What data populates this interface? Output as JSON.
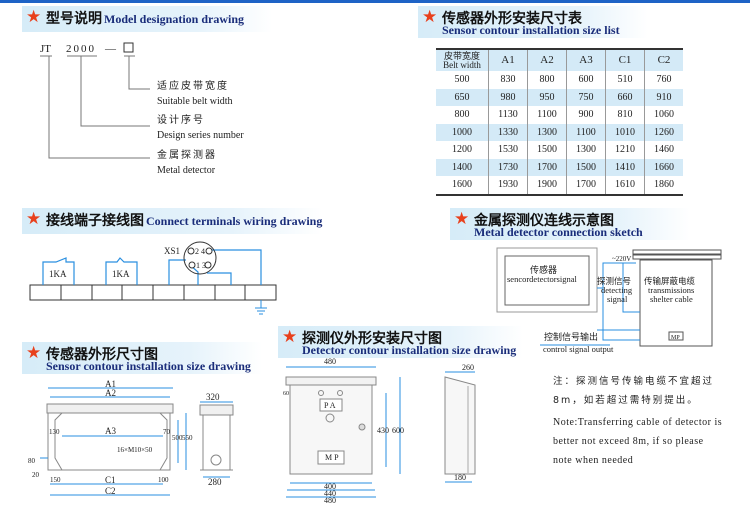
{
  "sections": {
    "model": {
      "cn": "型号说明",
      "en": "Model designation drawing"
    },
    "table": {
      "cn": "传感器外形安装尺寸表",
      "en": "Sensor contour installation size list"
    },
    "wiring": {
      "cn": "接线端子接线图",
      "en": "Connect terminals wiring drawing"
    },
    "connection": {
      "cn": "金属探测仪连线示意图",
      "en": "Metal detector connection sketch"
    },
    "sensor": {
      "cn": "传感器外形尺寸图",
      "en": "Sensor contour installation size drawing"
    },
    "detector": {
      "cn": "探测仪外形安装尺寸图",
      "en": "Detector contour installation size drawing"
    }
  },
  "model": {
    "code_jt": "JT",
    "code_2000": "2000",
    "code_dash": "—",
    "items": [
      {
        "cn": "适应皮带宽度",
        "en": "Suitable belt width"
      },
      {
        "cn": "设计序号",
        "en": "Design series number"
      },
      {
        "cn": "金属探测器",
        "en": "Metal detector"
      }
    ]
  },
  "size_table": {
    "header_cn": "皮带宽度",
    "header_en": "Belt width",
    "columns": [
      "A1",
      "A2",
      "A3",
      "C1",
      "C2"
    ],
    "rows": [
      [
        "500",
        "830",
        "800",
        "600",
        "510",
        "760"
      ],
      [
        "650",
        "980",
        "950",
        "750",
        "660",
        "910"
      ],
      [
        "800",
        "1130",
        "1100",
        "900",
        "810",
        "1060"
      ],
      [
        "1000",
        "1330",
        "1300",
        "1100",
        "1010",
        "1260"
      ],
      [
        "1200",
        "1530",
        "1500",
        "1300",
        "1210",
        "1460"
      ],
      [
        "1400",
        "1730",
        "1700",
        "1500",
        "1410",
        "1660"
      ],
      [
        "1600",
        "1930",
        "1900",
        "1700",
        "1610",
        "1860"
      ]
    ]
  },
  "wiring": {
    "relay1": "1KA",
    "relay2": "1KA",
    "connector": "XS1",
    "pins_top": "2 4",
    "pins_bottom": "1 3"
  },
  "connection": {
    "sensor_cn": "传感器",
    "sensor_en": "sencordetectorsignal",
    "voltage": "~220V",
    "detect_cn": "探测信号",
    "detect_en1": "detecting",
    "detect_en2": "signal",
    "cable_cn": "传输屏蔽电缆",
    "cable_en1": "transmissions",
    "cable_en2": "shelter cable",
    "mp": "MP",
    "output_cn": "控制信号输出",
    "output_en": "control signal output"
  },
  "sensor_dims": {
    "a1": "A1",
    "a2": "A2",
    "a3": "A3",
    "c1": "C1",
    "c2": "C2",
    "d130": "130",
    "d70": "70",
    "d500": "500",
    "d550": "550",
    "bolts": "16×M10×50",
    "d80": "80",
    "d20": "20",
    "d150": "150",
    "d100": "100",
    "d320": "320",
    "d280": "280"
  },
  "detector_dims": {
    "d480_top": "480",
    "pa": "P A",
    "mp": "M P",
    "d430": "430",
    "d600": "600",
    "d400": "400",
    "d440": "440",
    "d480": "480",
    "d260": "260",
    "d180": "180",
    "d60": "60"
  },
  "note": {
    "cn": "注：探测信号传输电缆不宜超过8m，如若超过需特别提出。",
    "en": "Note:Transferring cable of detector is better not exceed 8m, if so please note when needed"
  },
  "colors": {
    "accent_blue": "#1e63c6",
    "wire_blue": "#2a8fe0",
    "star_red": "#e8401c",
    "banner": "#d6ecf8",
    "title_blue": "#1a2d7a"
  }
}
